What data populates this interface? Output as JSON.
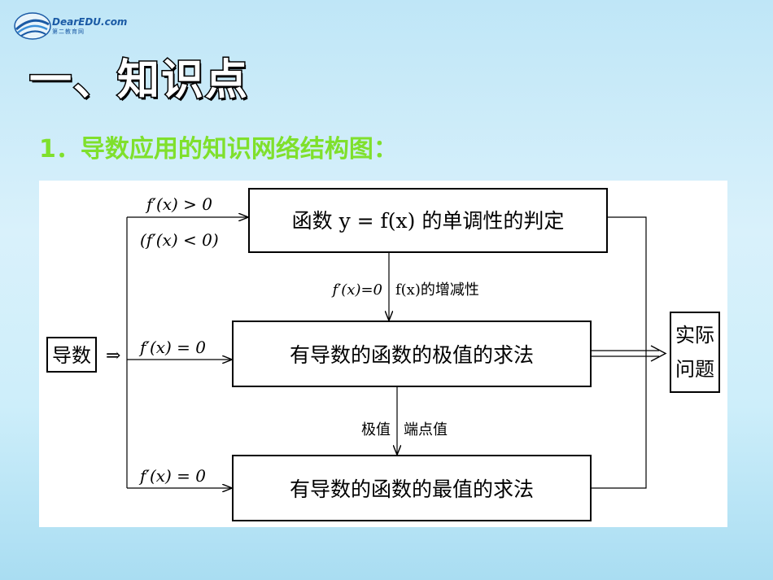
{
  "logo": {
    "text": "DearEDU.com",
    "sub": "第二教育网",
    "icon": "dearedu-swoosh-icon"
  },
  "title": "一、知识点",
  "subtitle": "1．导数应用的知识网络结构图：",
  "diagram": {
    "start": "导数",
    "arrow1": "⇒",
    "box1": "函数 y = f(x) 的单调性的判定",
    "box2": "有导数的函数的极值的求法",
    "box3": "有导数的函数的最值的求法",
    "result_line1": "实际",
    "result_line2": "问题",
    "cond1a": "f′(x) > 0",
    "cond1b": "(f′(x) < 0)",
    "cond2": "f′(x) = 0",
    "cond3": "f′(x) = 0",
    "mid1_left": "f′(x)=0",
    "mid1_right": "f(x)的增减性",
    "mid2_left": "极值",
    "mid2_right": "端点值"
  },
  "colors": {
    "title_fill": "#ffffff",
    "title_stroke": "#000000",
    "subtitle": "#7fe02c",
    "logo": "#1a5aa5"
  }
}
